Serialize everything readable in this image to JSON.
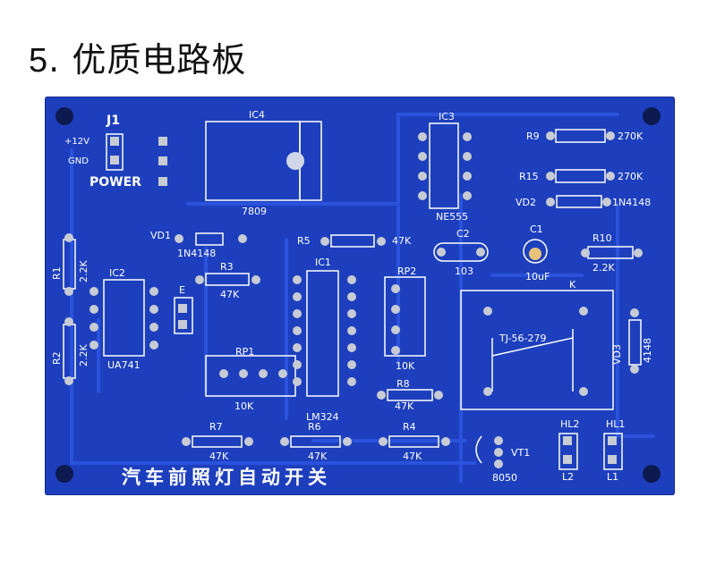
{
  "heading": {
    "number": "5",
    "sep": ".",
    "text": "优质电路板"
  },
  "board": {
    "title": "汽车前照灯自动开关",
    "labels": {
      "j1": "J1",
      "v12": "+12V",
      "gnd": "GND",
      "power": "POWER",
      "ic4": "IC4",
      "ic4_part": "7809",
      "ic3": "IC3",
      "ic3_part": "NE555",
      "r9": "R9",
      "r9_val": "270K",
      "r15": "R15",
      "r15_val": "270K",
      "vd2": "VD2",
      "vd2_val": "1N4148",
      "vd1": "VD1",
      "vd1_val": "1N4148",
      "r5": "R5",
      "r5_val": "47K",
      "c2": "C2",
      "c2_val": "103",
      "c1": "C1",
      "c1_val": "10uF",
      "r10": "R10",
      "r10_val": "2.2K",
      "r1": "R1",
      "r1_val": "2.2K",
      "r2": "R2",
      "r2_val": "2.2K",
      "ic2": "IC2",
      "ic2_part": "UA741",
      "r3": "R3",
      "r3_val": "47K",
      "e": "E",
      "ic1": "IC1",
      "ic1_part": "LM324",
      "rp2": "RP2",
      "rp2_val": "10K",
      "k": "K",
      "relay": "TJ-56-279",
      "vd3": "VD3",
      "vd3_val": "4148",
      "rp1": "RP1",
      "rp1_val": "10K",
      "r8": "R8",
      "r8_val": "47K",
      "r7": "R7",
      "r7_val": "47K",
      "r6": "R6",
      "r6_val": "47K",
      "r4": "R4",
      "r4_val": "47K",
      "vt1": "VT1",
      "vt1_part": "8050",
      "hl2": "HL2",
      "hl1": "HL1",
      "l2": "L2",
      "l1": "L1"
    }
  }
}
